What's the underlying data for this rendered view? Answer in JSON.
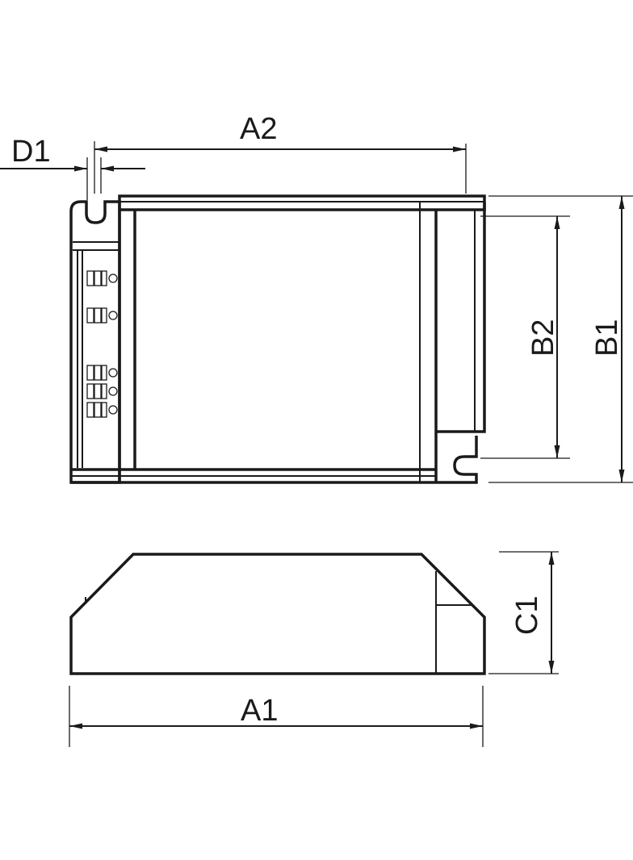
{
  "dimensions": {
    "d1": "D1",
    "a2": "A2",
    "b2": "B2",
    "b1": "B1",
    "c1": "C1",
    "a1": "A1"
  },
  "colors": {
    "line": "#1a1a1a",
    "background": "#ffffff"
  }
}
